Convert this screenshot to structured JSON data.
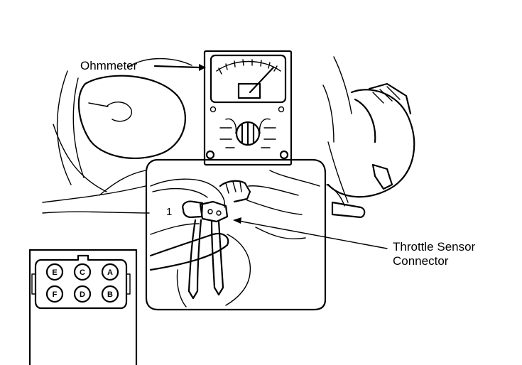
{
  "labels": {
    "ohmmeter": "Ohmmeter",
    "throttle_sensor_line1": "Throttle Sensor",
    "throttle_sensor_line2": "Connector",
    "terminal_number": "1"
  },
  "connector_pins": {
    "top_row": [
      "E",
      "C",
      "A"
    ],
    "bottom_row": [
      "F",
      "D",
      "B"
    ]
  },
  "colors": {
    "ink": "#000000",
    "paper": "#ffffff"
  }
}
